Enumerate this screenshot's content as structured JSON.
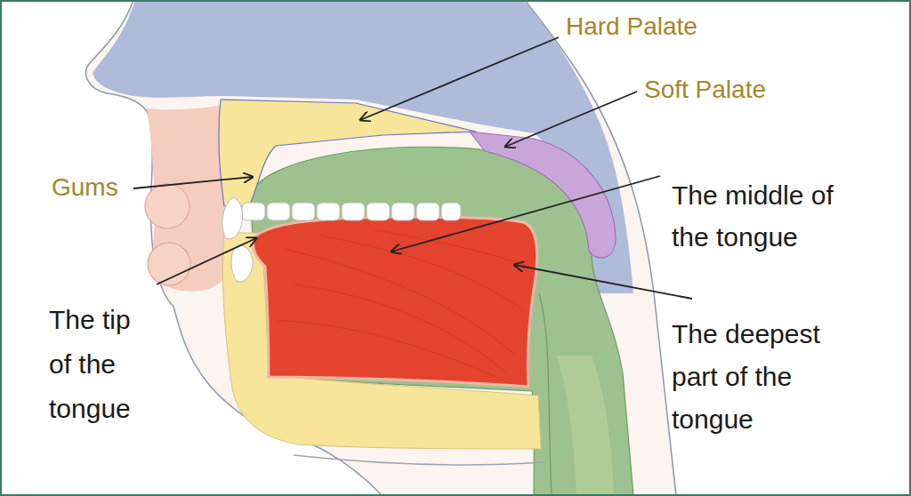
{
  "diagram": {
    "labels": [
      "Hard Palate",
      "Soft Palate",
      "Gums",
      "The middle of the tongue",
      "The tip of the tongue",
      "The deepest part of the tongue"
    ]
  }
}
